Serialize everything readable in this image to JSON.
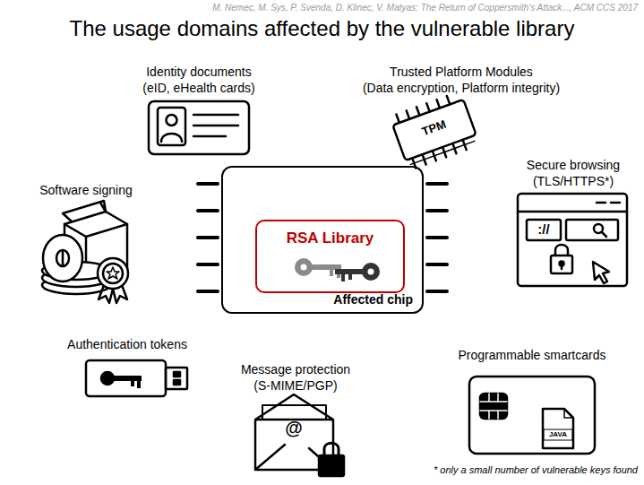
{
  "diagram": {
    "title": "The usage domains affected by the vulnerable library",
    "nodes": [
      {
        "text": [
          "Affected chip"
        ]
      },
      {
        "text": [
          "RSA Library"
        ],
        "in": 0
      }
    ],
    "labels": [
      "M. Nemec, M. Sys, P. Svenda, D. Klinec, V. Matyas: The Return of Coppersmith's Attack..., ACM CCS 2017",
      "Identity documents",
      "(eID, eHealth cards)",
      "Trusted Platform Modules",
      "(Data encryption, Platform integrity)",
      "Software signing",
      "Secure browsing",
      "(TLS/HTTPS*)",
      "Authentication tokens",
      "Message protection",
      "(S-MIME/PGP)",
      "Programmable smartcards",
      "TPM",
      "://",
      "JAVA",
      "@",
      "* only a small number of vulnerable keys found"
    ]
  }
}
